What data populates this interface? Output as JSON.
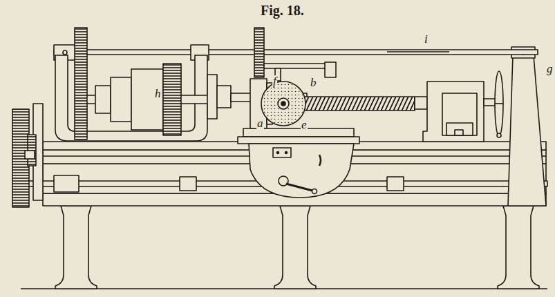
{
  "diagram": {
    "title": "Fig. 18.",
    "labels": [
      "i",
      "g",
      "f",
      "b",
      "h",
      "a",
      "e"
    ]
  }
}
